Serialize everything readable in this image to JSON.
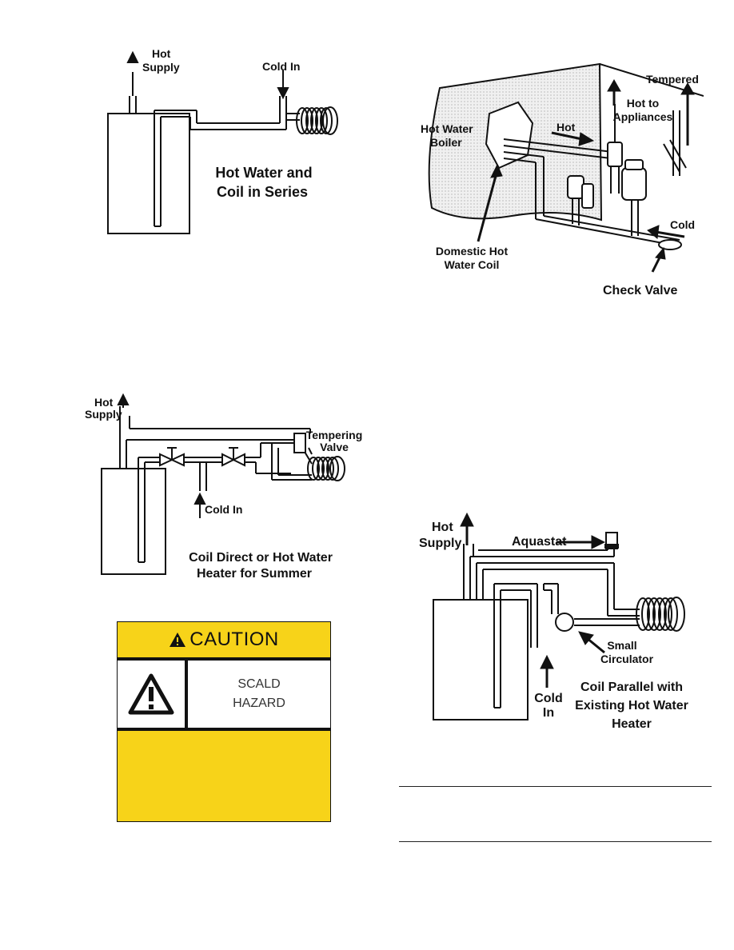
{
  "diagram_series": {
    "hot_supply": [
      "Hot",
      "Supply"
    ],
    "cold_in": "Cold In",
    "caption": [
      "Hot Water and",
      "Coil in Series"
    ]
  },
  "diagram_boiler": {
    "boiler": [
      "Hot Water",
      "Boiler"
    ],
    "hot": "Hot",
    "hot_to": [
      "Hot to",
      "Appliances"
    ],
    "tempered": "Tempered",
    "cold": "Cold",
    "coil": [
      "Domestic Hot",
      "Water Coil"
    ],
    "check_valve": "Check Valve"
  },
  "diagram_summer": {
    "hot_supply": [
      "Hot",
      "Supply"
    ],
    "tempering": [
      "Tempering",
      "Valve"
    ],
    "cold_in": "Cold In",
    "caption": [
      "Coil Direct or Hot Water",
      "Heater for Summer"
    ]
  },
  "diagram_parallel": {
    "hot_supply": [
      "Hot",
      "Supply"
    ],
    "aquastat": "Aquastat",
    "circulator": [
      "Small",
      "Circulator"
    ],
    "cold_in": [
      "Cold",
      "In"
    ],
    "caption": [
      "Coil Parallel with",
      "Existing Hot Water",
      "Heater"
    ]
  },
  "caution_label": {
    "title": "CAUTION",
    "line1": "SCALD",
    "line2": "HAZARD",
    "colors": {
      "yellow": "#f7d319",
      "black": "#111111"
    }
  }
}
